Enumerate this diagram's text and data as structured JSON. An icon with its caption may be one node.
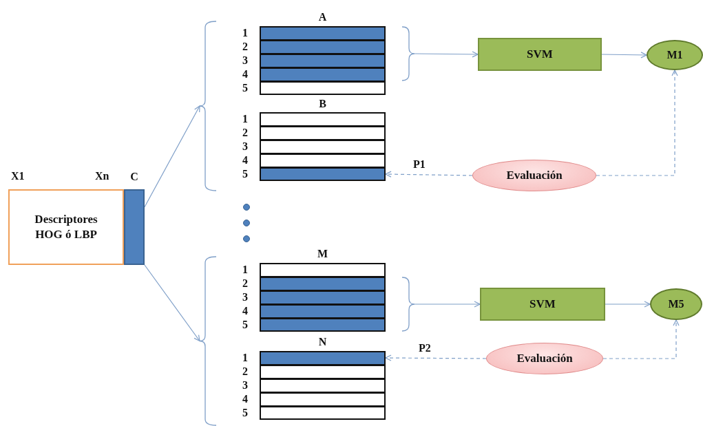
{
  "diagram": {
    "nodes": [
      {
        "text": [
          "Descriptores HOG ó LBP"
        ],
        "beside": [
          "X1",
          "Xn"
        ]
      },
      {
        "text": [
          "C"
        ]
      },
      {
        "text": [
          "A"
        ]
      },
      {
        "text": [
          "1"
        ],
        "in": 2
      },
      {
        "text": [
          "2"
        ],
        "in": 2
      },
      {
        "text": [
          "3"
        ],
        "in": 2
      },
      {
        "text": [
          "4"
        ],
        "in": 2
      },
      {
        "text": [
          "5"
        ],
        "in": 2
      },
      {
        "text": [
          "B"
        ]
      },
      {
        "text": [
          "1"
        ],
        "in": 8
      },
      {
        "text": [
          "2"
        ],
        "in": 8
      },
      {
        "text": [
          "3"
        ],
        "in": 8
      },
      {
        "text": [
          "4"
        ],
        "in": 8
      },
      {
        "text": [
          "5"
        ],
        "in": 8
      },
      {
        "text": [
          "SVM"
        ]
      },
      {
        "text": [
          "M1"
        ]
      },
      {
        "text": [
          "Evaluación"
        ]
      },
      {
        "text": [
          "M"
        ]
      },
      {
        "text": [
          "1"
        ],
        "in": 17
      },
      {
        "text": [
          "2"
        ],
        "in": 17
      },
      {
        "text": [
          "3"
        ],
        "in": 17
      },
      {
        "text": [
          "4"
        ],
        "in": 17
      },
      {
        "text": [
          "5"
        ],
        "in": 17
      },
      {
        "text": [
          "N"
        ]
      },
      {
        "text": [
          "1"
        ],
        "in": 23
      },
      {
        "text": [
          "2"
        ],
        "in": 23
      },
      {
        "text": [
          "3"
        ],
        "in": 23
      },
      {
        "text": [
          "4"
        ],
        "in": 23
      },
      {
        "text": [
          "5"
        ],
        "in": 23
      },
      {
        "text": [
          "SVM"
        ]
      },
      {
        "text": [
          "M5"
        ]
      },
      {
        "text": [
          "Evaluación"
        ]
      },
      {
        "text": [],
        "shape": "bracket"
      },
      {
        "text": [],
        "shape": "bracket"
      },
      {
        "text": [],
        "shape": "bracket"
      },
      {
        "text": [],
        "shape": "bracket"
      }
    ],
    "edges": [
      {
        "from": 1,
        "to": 32,
        "arrow": "to"
      },
      {
        "from": 1,
        "to": 34,
        "arrow": "to"
      },
      {
        "from": 33,
        "to": 14,
        "arrow": "to"
      },
      {
        "from": 14,
        "to": 15,
        "arrow": "to"
      },
      {
        "from": 16,
        "to": 13,
        "arrow": "to",
        "label": "P1",
        "style": "dashed"
      },
      {
        "from": 16,
        "to": 15,
        "arrow": "to",
        "style": "dashed"
      },
      {
        "from": 35,
        "to": 29,
        "arrow": "to"
      },
      {
        "from": 29,
        "to": 30,
        "arrow": "to"
      },
      {
        "from": 31,
        "to": 24,
        "arrow": "to",
        "label": "P2",
        "style": "dashed"
      },
      {
        "from": 31,
        "to": 30,
        "arrow": "to",
        "style": "dashed"
      }
    ]
  }
}
